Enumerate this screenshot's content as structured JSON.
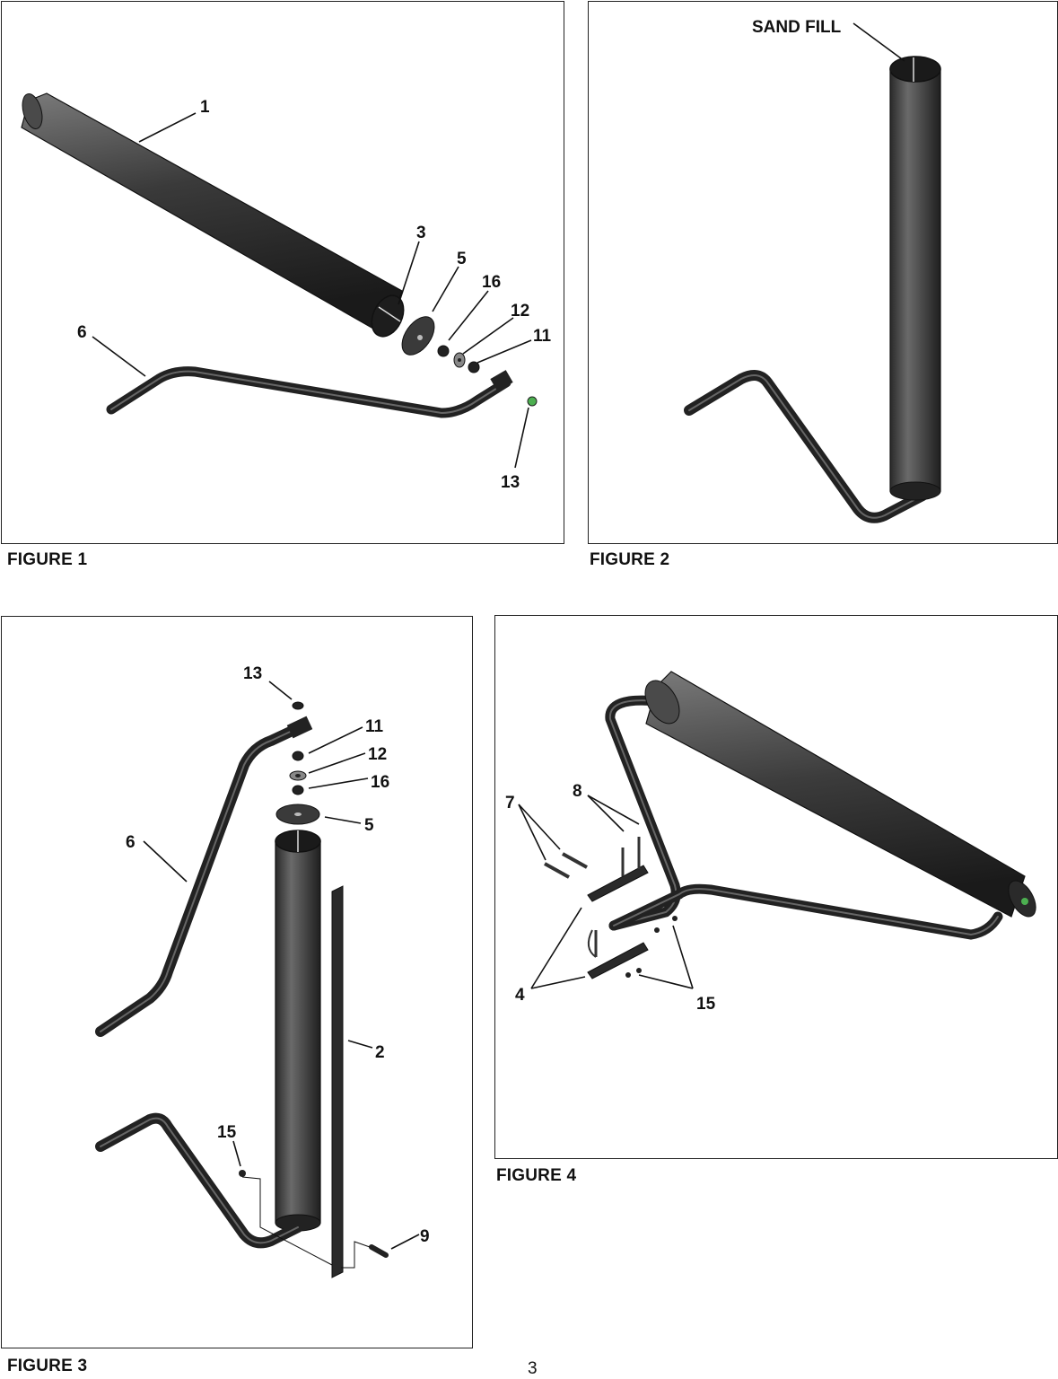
{
  "figures": {
    "figure1": {
      "caption": "FIGURE 1",
      "callouts": {
        "c1": "1",
        "c3": "3",
        "c5": "5",
        "c16": "16",
        "c12": "12",
        "c11": "11",
        "c6": "6",
        "c13": "13"
      }
    },
    "figure2": {
      "caption": "FIGURE 2",
      "callouts": {
        "sand_fill": "SAND FILL"
      }
    },
    "figure3": {
      "caption": "FIGURE 3",
      "callouts": {
        "c13": "13",
        "c11": "11",
        "c12": "12",
        "c16": "16",
        "c5": "5",
        "c6": "6",
        "c2": "2",
        "c15": "15",
        "c9": "9"
      }
    },
    "figure4": {
      "caption": "FIGURE 4",
      "callouts": {
        "c7": "7",
        "c8": "8",
        "c4": "4",
        "c15": "15"
      }
    }
  },
  "page_number": "3",
  "colors": {
    "part": "#2e2e2e",
    "part_highlight": "#6a6a6a",
    "line": "#111111",
    "accent_green": "#4caf50"
  }
}
